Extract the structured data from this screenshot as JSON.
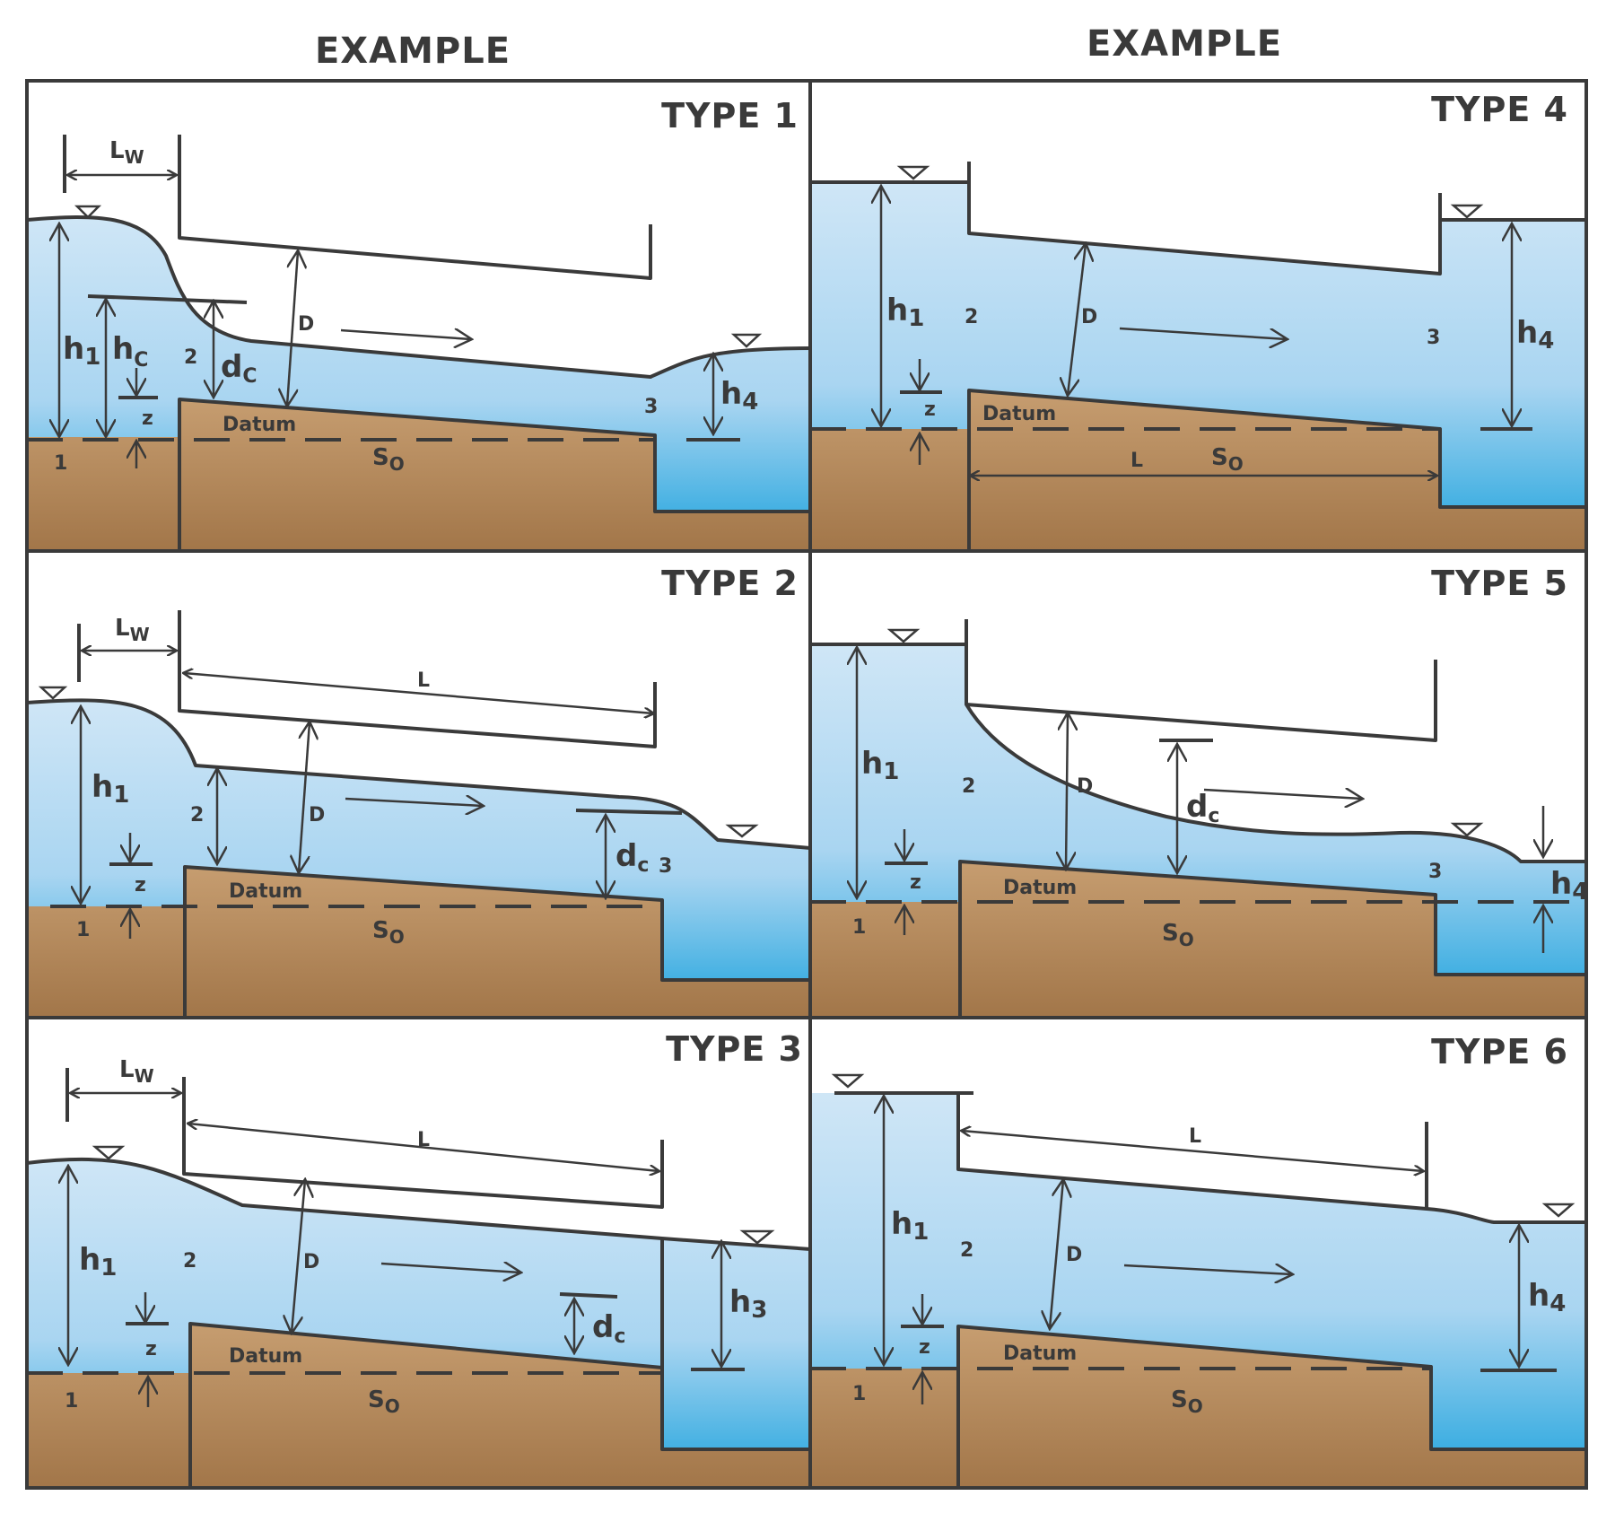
{
  "headings": {
    "left": "EXAMPLE",
    "right": "EXAMPLE"
  },
  "types": {
    "t1": "TYPE 1",
    "t2": "TYPE 2",
    "t3": "TYPE 3",
    "t4": "TYPE 4",
    "t5": "TYPE 5",
    "t6": "TYPE 6"
  },
  "labels": {
    "h": "h",
    "sub1": "1",
    "subc": "C",
    "subc_lower": "c",
    "sub3": "3",
    "sub4": "4",
    "sub_w": "W",
    "sub_o": "O",
    "d": "d",
    "L": "L",
    "S": "S",
    "D": "D",
    "z": "z",
    "datum": "Datum",
    "n1": "1",
    "n2": "2",
    "n3": "3"
  },
  "colors": {
    "water_light": "#c8e2f4",
    "water_deep": "#1ea3dd",
    "soil_light": "#c49a6c",
    "soil_dark": "#a07449",
    "line": "#3a3a3a"
  }
}
